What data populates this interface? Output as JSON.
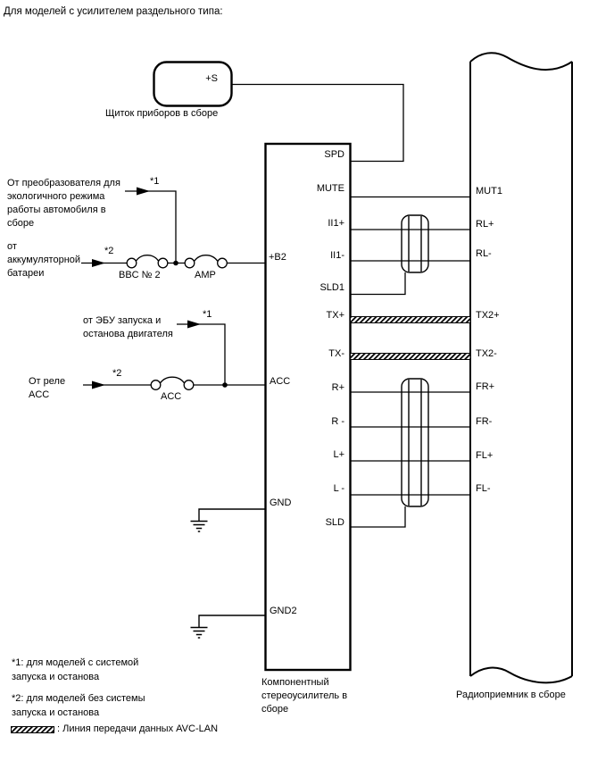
{
  "title": "Для моделей с усилителем раздельного типа:",
  "instrument_panel": {
    "pin": "+S",
    "label": "Щиток приборов в сборе"
  },
  "amplifier": {
    "label_lines": [
      "Компонентный",
      "стереоусилитель в",
      "сборе"
    ],
    "right_pins": [
      "SPD",
      "MUTE",
      "II1+",
      "II1-",
      "SLD1",
      "TX+",
      "TX-",
      "R+",
      "R -",
      "L+",
      "L -",
      "SLD"
    ],
    "left_pins": [
      "+B2",
      "ACC",
      "GND",
      "GND2"
    ]
  },
  "radio": {
    "label": "Радиоприемник в сборе",
    "pins": [
      "MUT1",
      "RL+",
      "RL-",
      "TX2+",
      "TX2-",
      "FR+",
      "FR-",
      "FL+",
      "FL-"
    ]
  },
  "sources": {
    "eco_converter": {
      "ref": "*1",
      "lines": [
        "От преобразователя для",
        "экологичного режима",
        "работы автомобиля в",
        "сборе"
      ]
    },
    "battery": {
      "ref": "*2",
      "lines": [
        "от",
        "аккумуляторной",
        "батареи"
      ]
    },
    "start_stop_ecu": {
      "ref": "*1",
      "lines": [
        "от ЭБУ запуска и",
        "останова двигателя"
      ]
    },
    "acc_relay": {
      "ref": "*2",
      "lines": [
        "От реле",
        "ACC"
      ]
    }
  },
  "fuses": {
    "bbc2": "BBC № 2",
    "amp": "AMP",
    "acc": "ACC"
  },
  "notes": {
    "n1_line1": "*1: для моделей с системой",
    "n1_line2": "запуска и останова",
    "n2_line1": "*2: для моделей без системы",
    "n2_line2": "запуска и останова"
  },
  "legend": {
    "label": ": Линия передачи данных AVC-LAN"
  },
  "colors": {
    "line": "#000000",
    "background": "#ffffff"
  }
}
